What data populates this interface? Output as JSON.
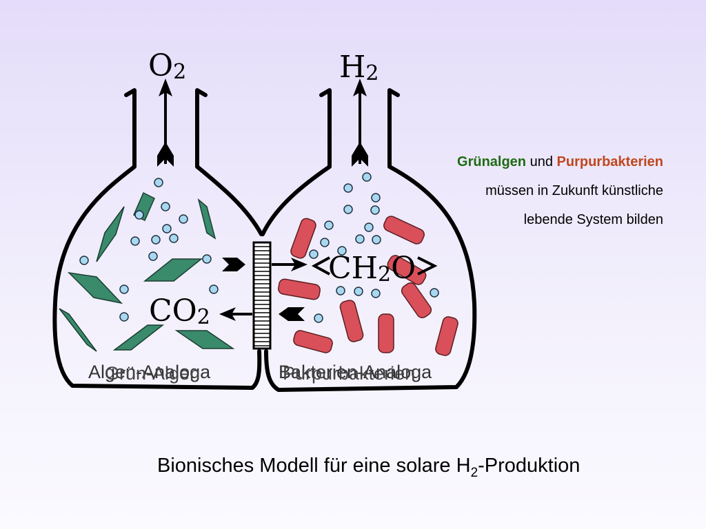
{
  "labels": {
    "left_gas_main": "O",
    "left_gas_sub": "2",
    "right_gas_main": "H",
    "right_gas_sub": "2",
    "product_left_main": "CH",
    "product_left_sub": "2",
    "product_left_tail": "O",
    "co2_main": "CO",
    "co2_sub": "2",
    "left_flask_a": "Algen-Analoga",
    "left_flask_b": "Grün-Algen",
    "right_flask_a": "Bakterien-Analoga",
    "right_flask_b": "Purpurbakterien"
  },
  "description": {
    "green": "Grünalgen",
    "und": " und ",
    "red": "Purpurbakterien",
    "line2": "müssen in Zukunft künstliche",
    "line3": "lebende System bilden"
  },
  "caption": {
    "before": "Bionisches Modell für eine solare H",
    "sub": "2",
    "after": "-Produktion"
  },
  "colors": {
    "algae": "#3a8a6c",
    "bacteria": "#d9505a",
    "bubble": "#a8d8f0",
    "green_text": "#1e6b12",
    "red_text": "#c0471d"
  }
}
